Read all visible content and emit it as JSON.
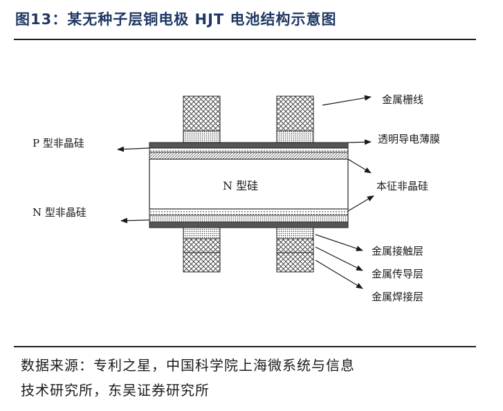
{
  "figure": {
    "title": "图13：某无种子层铜电极 HJT 电池结构示意图"
  },
  "labels": {
    "metal_grid": "金属栅线",
    "tco": "透明导电薄膜",
    "p_asi": "P 型非晶硅",
    "intrinsic_asi": "本征非晶硅",
    "n_si": "N 型硅",
    "n_asi": "N 型非晶硅",
    "contact_layer": "金属接触层",
    "conductive_layer": "金属传导层",
    "solder_layer": "金属焊接层"
  },
  "source": {
    "line1": "数据来源：专利之星，中国科学院上海微系统与信息",
    "line2": "技术研究所，东吴证券研究所"
  }
}
